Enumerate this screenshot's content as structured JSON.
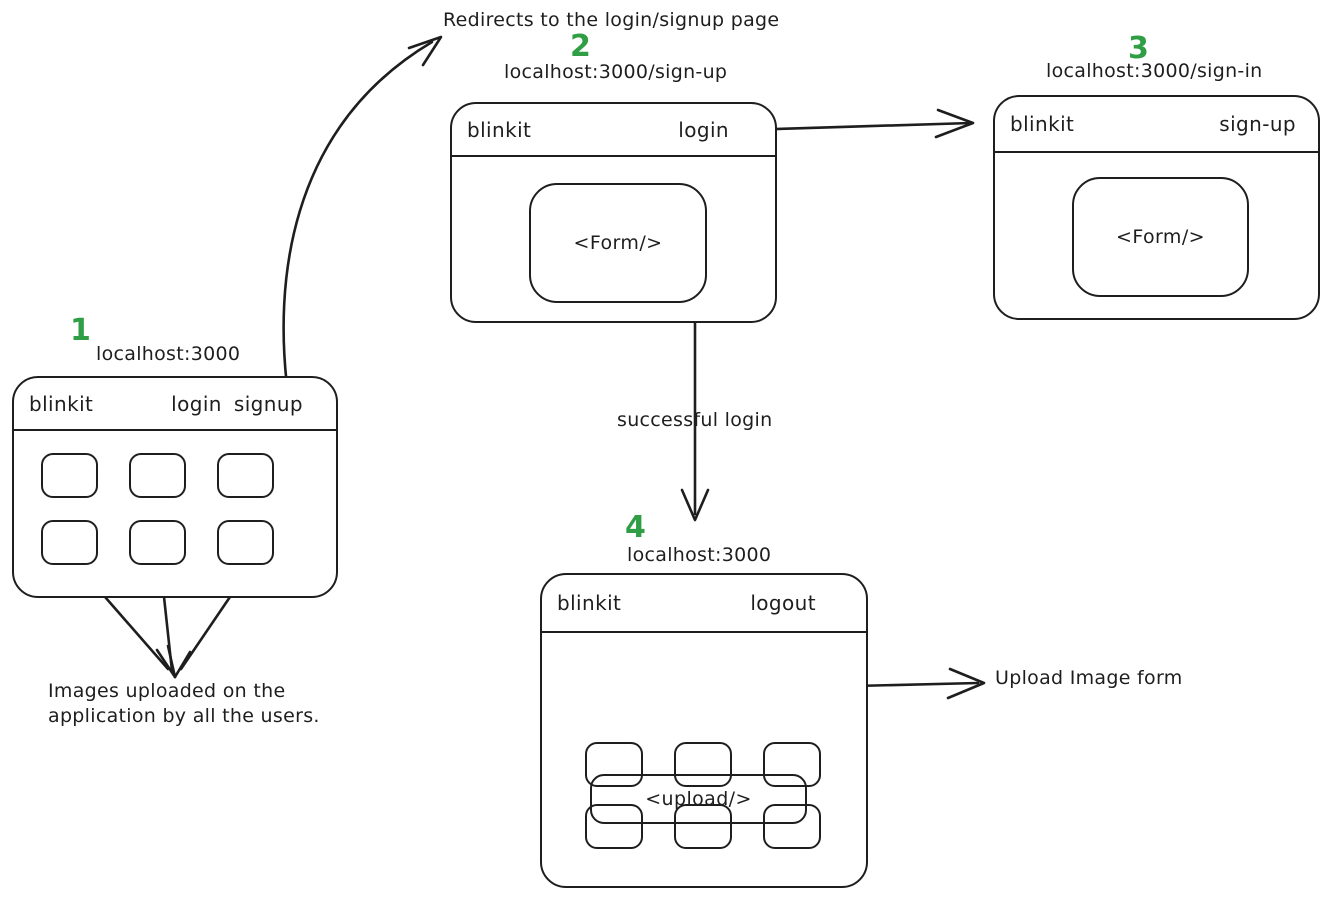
{
  "palette": {
    "stroke": "#1e1e1e",
    "step_number_green": "#2f9e44",
    "background": "#ffffff"
  },
  "annotations": {
    "redirect_note": "Redirects to the login/signup page",
    "successful_login_label": "successful login",
    "upload_form_label": "Upload Image form",
    "images_note": [
      "Images uploaded on the",
      "application by all the users."
    ]
  },
  "frames": [
    {
      "number": "1",
      "url": "localhost:3000",
      "brand": "blinkit",
      "nav": [
        "login",
        "signup"
      ]
    },
    {
      "number": "2",
      "url": "localhost:3000/sign-up",
      "brand": "blinkit",
      "nav": [
        "login"
      ],
      "content_label": "<Form/>"
    },
    {
      "number": "3",
      "url": "localhost:3000/sign-in",
      "brand": "blinkit",
      "nav": [
        "sign-up"
      ],
      "content_label": "<Form/>"
    },
    {
      "number": "4",
      "url": "localhost:3000",
      "brand": "blinkit",
      "nav": [
        "logout"
      ],
      "content_label": "<upload/>"
    }
  ]
}
